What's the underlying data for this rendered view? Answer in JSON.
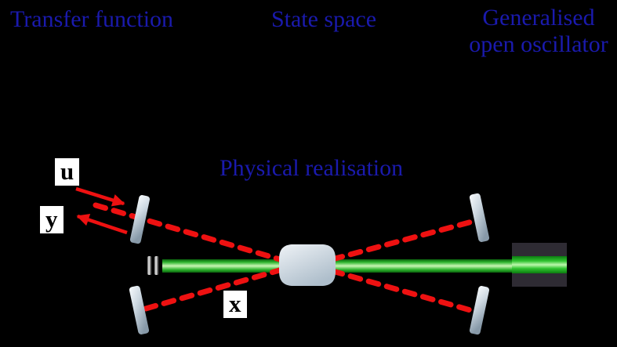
{
  "headings": {
    "transfer_function": "Transfer function",
    "state_space": "State space",
    "generalised_line1": "Generalised",
    "generalised_line2": "open oscillator",
    "physical_realisation": "Physical realisation"
  },
  "labels": {
    "input": "u",
    "output": "y",
    "state": "x"
  },
  "colors": {
    "background": "#000000",
    "heading-blue": "#1a1aad",
    "signal-red": "#ee1111",
    "beam-green": "#3fc43f",
    "label-bg": "#ffffff",
    "label-text": "#000000"
  }
}
